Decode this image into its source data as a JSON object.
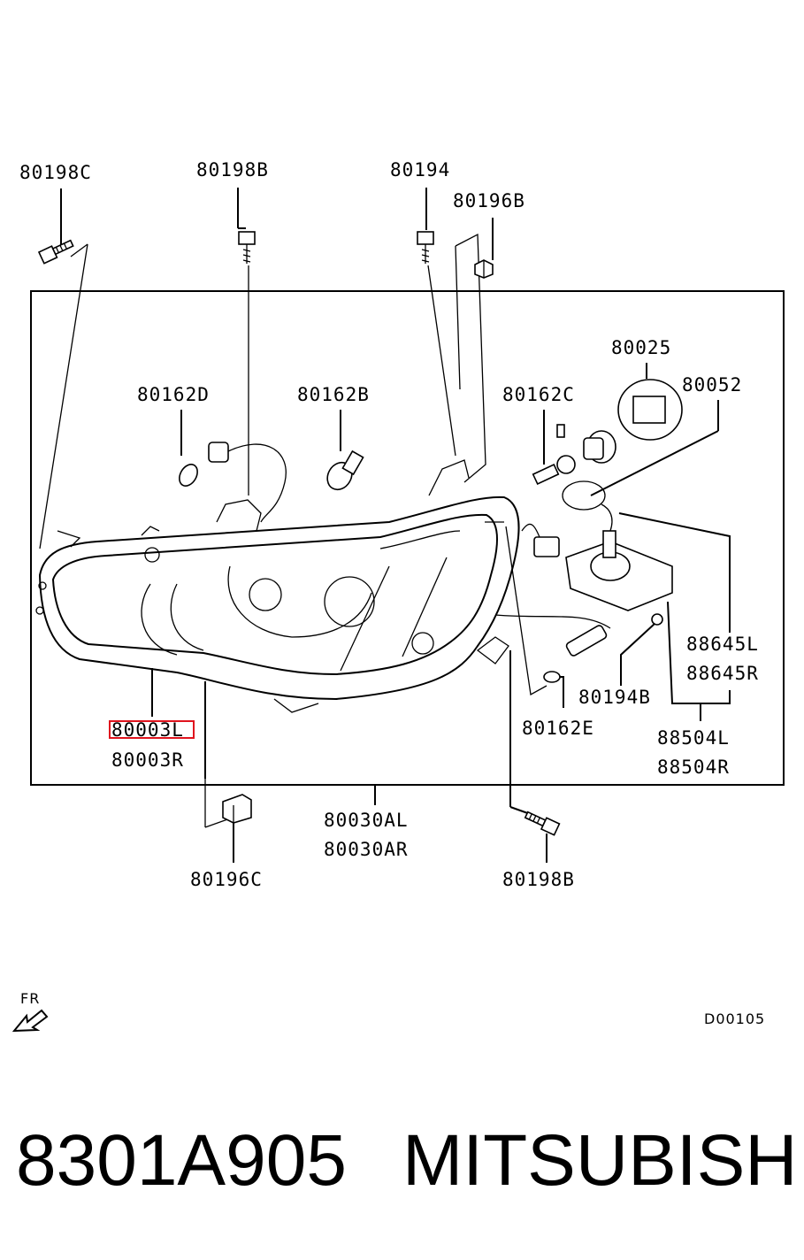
{
  "callouts": {
    "c80198C": "80198C",
    "c80198B_top": "80198B",
    "c80194_top": "80194",
    "c80196B": "80196B",
    "c80025": "80025",
    "c80052": "80052",
    "c80162D": "80162D",
    "c80162B": "80162B",
    "c80162C": "80162C",
    "c88645L": "88645L",
    "c88645R": "88645R",
    "c80194B": "80194B",
    "c80162E": "80162E",
    "c88504L": "88504L",
    "c88504R": "88504R",
    "c80003L": "80003L",
    "c80003R": "80003R",
    "c80030AL": "80030AL",
    "c80030AR": "80030AR",
    "c80196C": "80196C",
    "c80198B_bottom": "80198B"
  },
  "direction_label": "FR",
  "diagram_code": "D00105",
  "part_number": "8301A905",
  "brand": "MITSUBISHI",
  "highlight_color": "#e0141e"
}
